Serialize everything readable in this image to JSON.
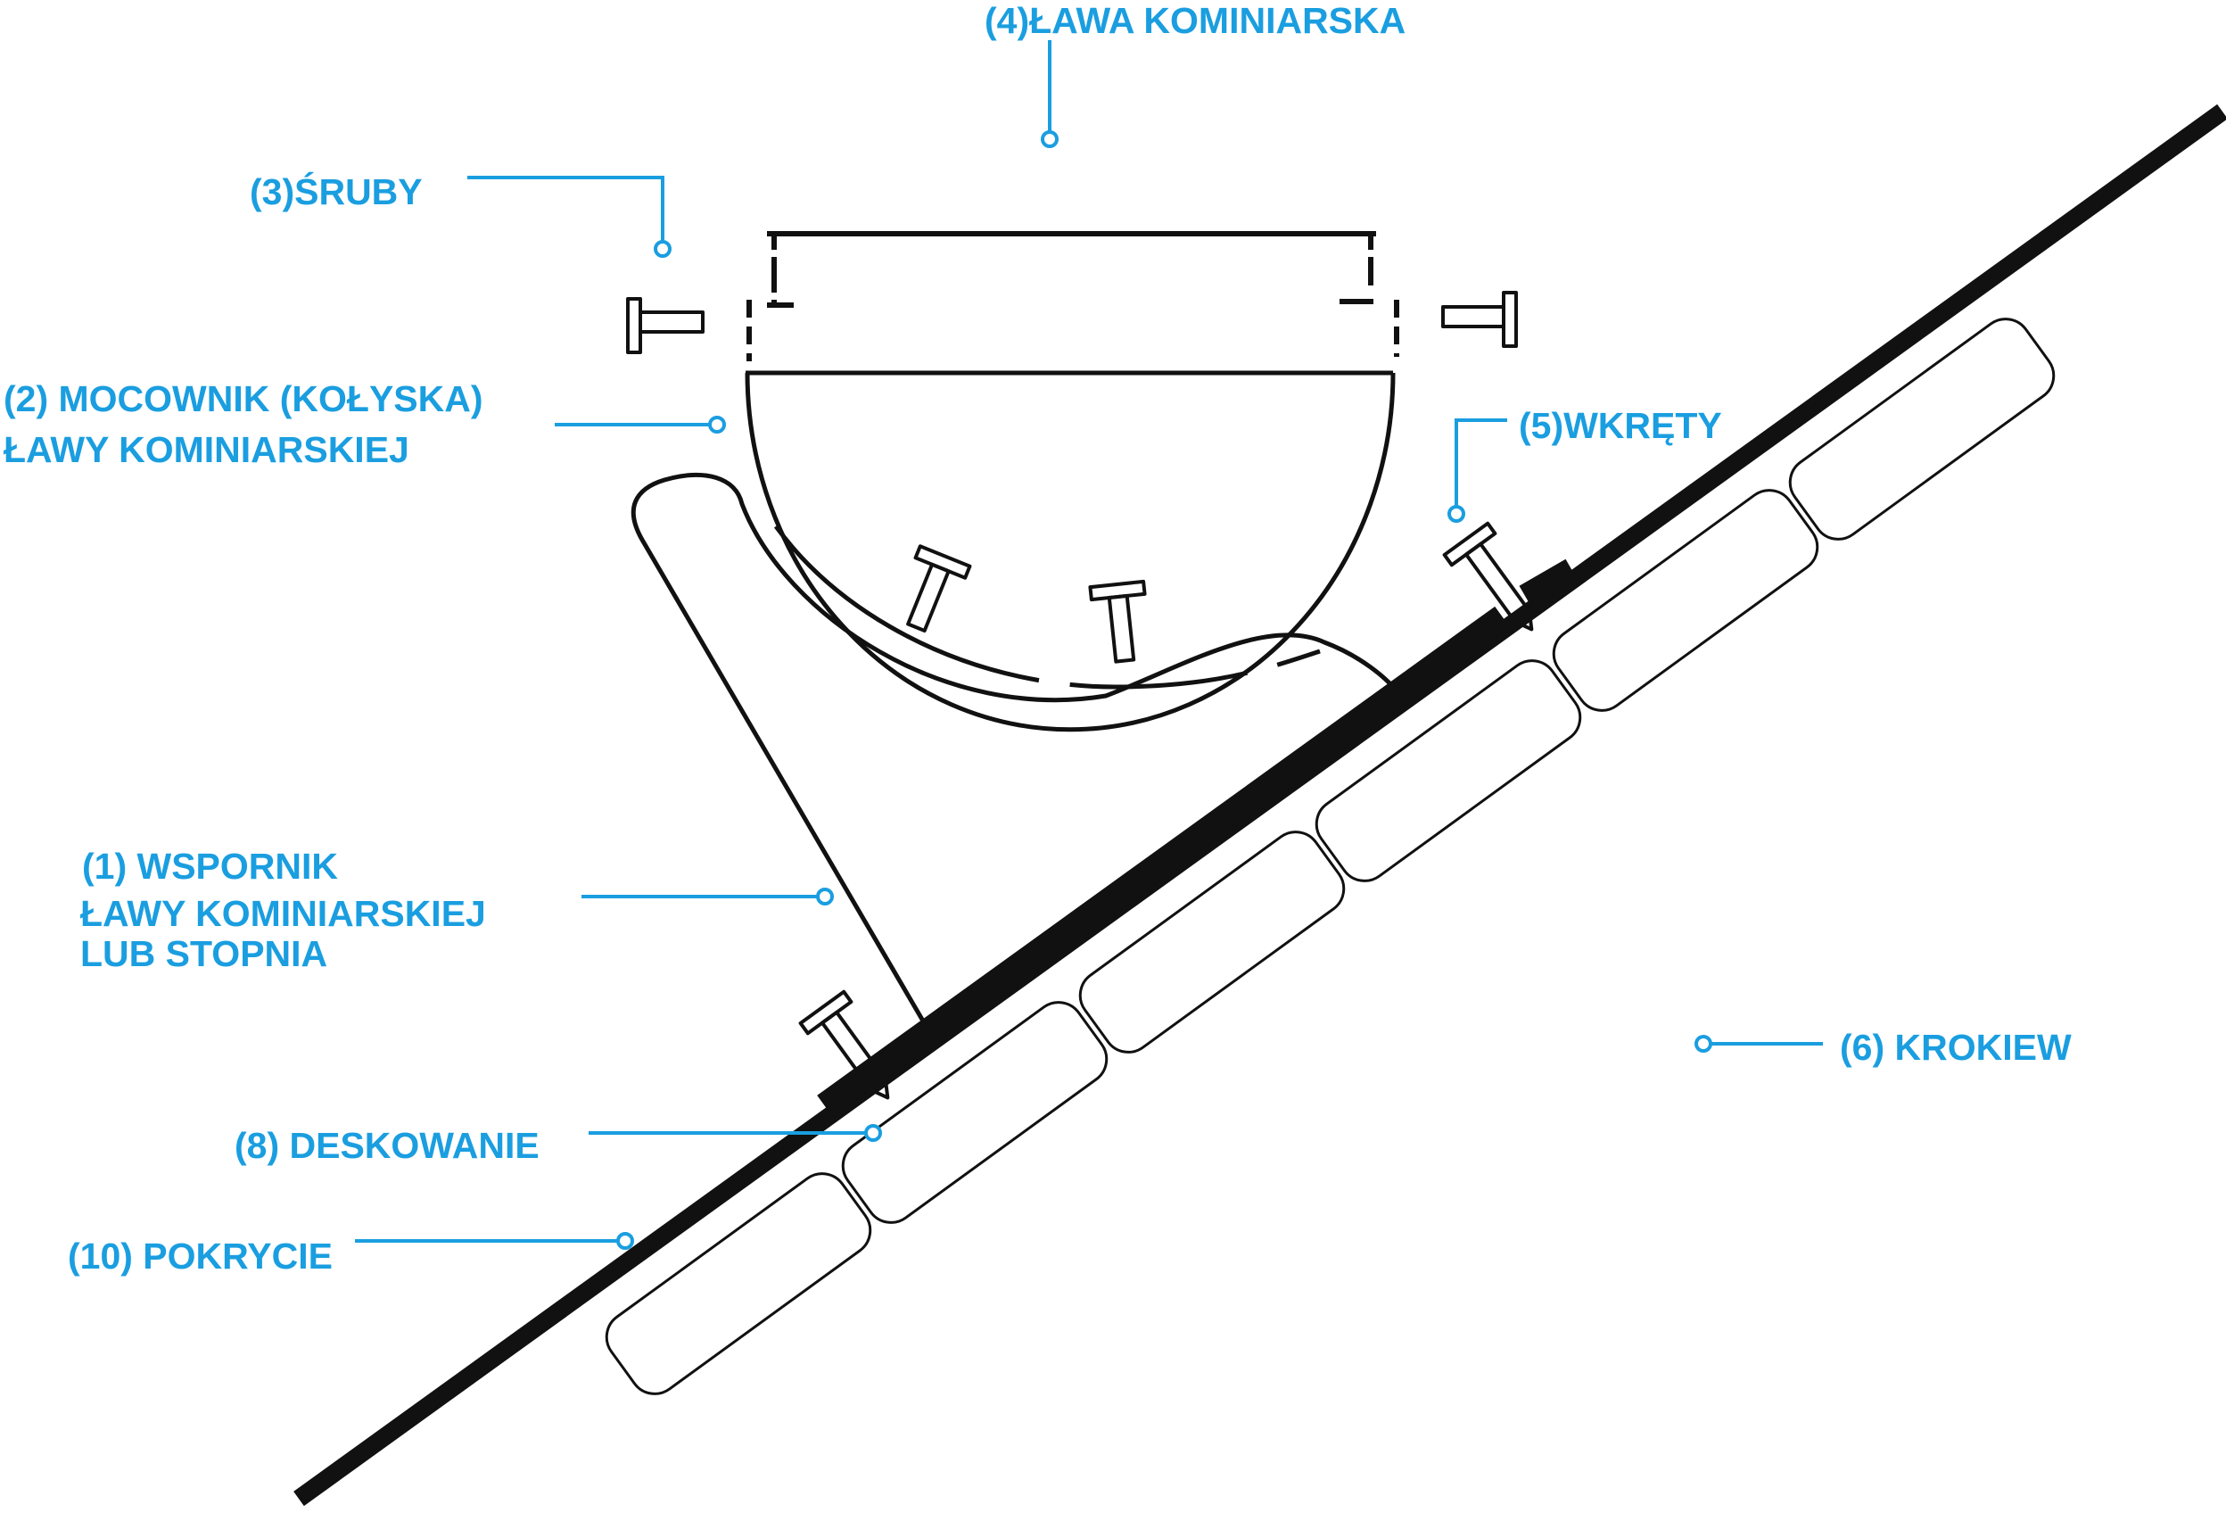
{
  "colors": {
    "label": "#1a9ee0",
    "line": "#111111",
    "background": "#ffffff"
  },
  "labels": {
    "lawa": "(4)ŁAWA  KOMINIARSKA",
    "sruby": "(3)ŚRUBY",
    "mocownik_line1": "(2) MOCOWNIK (KOŁYSKA)",
    "mocownik_line2": "ŁAWY KOMINIARSKIEJ",
    "wkrety": "(5)WKRĘTY",
    "wspornik_line1": "(1) WSPORNIK",
    "wspornik_line2": "ŁAWY KOMINIARSKIEJ",
    "wspornik_line3": "LUB STOPNIA",
    "krokiew": "(6) KROKIEW",
    "deskowanie": "(8) DESKOWANIE",
    "pokrycie": "(10) POKRYCIE"
  }
}
